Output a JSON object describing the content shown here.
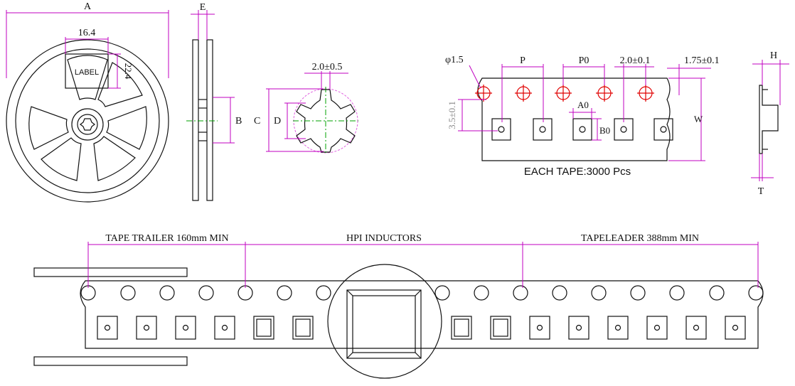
{
  "reel": {
    "dim_a": "A",
    "dim_16_4": "16.4",
    "dim_22_4": "22.4",
    "label_text": "LABEL"
  },
  "side": {
    "dim_e": "E",
    "dim_b": "B"
  },
  "hub": {
    "dim_2_0": "2.0±0.5",
    "dim_c": "C",
    "dim_d": "D"
  },
  "tape": {
    "phi": "φ1.5",
    "p": "P",
    "p0": "P0",
    "p2": "2.0±0.1",
    "e1": "1.75±0.1",
    "f": "3.5±0.1",
    "a0": "A0",
    "b0": "B0",
    "w": "W",
    "each_tape": "EACH TAPE:3000 Pcs"
  },
  "cross_section": {
    "h": "H",
    "t": "T"
  },
  "strip": {
    "trailer": "TAPE TRAILER 160mm MIN",
    "components": "HPI INDUCTORS",
    "leader": "TAPELEADER 388mm MIN"
  },
  "colors": {
    "dimension_line": "#c000c0",
    "sprocket_hole_marker": "#e00000",
    "center_line": "#00a000"
  }
}
